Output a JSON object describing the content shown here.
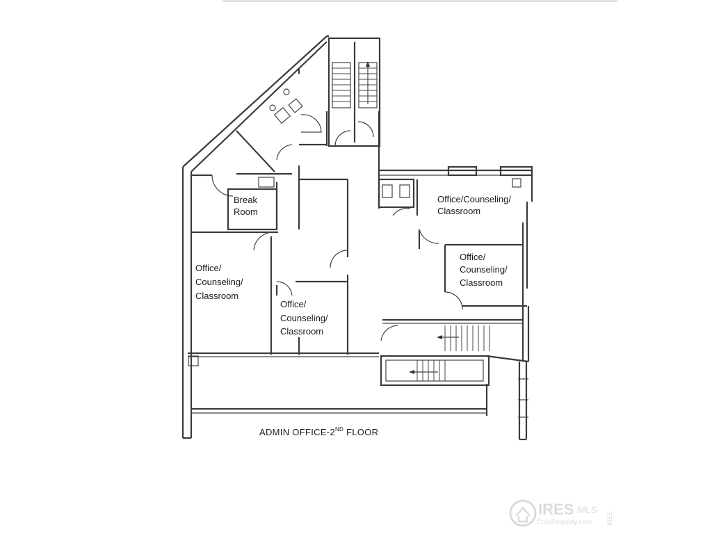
{
  "rooms": {
    "break_room": [
      "Break",
      "Room"
    ],
    "office_top_right": [
      "Office/Counseling/",
      "Classroom"
    ],
    "office_mid_right": [
      "Office/",
      "Counseling/",
      "Classroom"
    ],
    "office_left": [
      "Office/",
      "Counseling/",
      "Classroom"
    ],
    "office_center": [
      "Office/",
      "Counseling/",
      "Classroom"
    ]
  },
  "caption": {
    "main": "ADMIN OFFICE-2",
    "superscript": "ND",
    "tail": " FLOOR"
  },
  "watermark": {
    "brand": "IRES",
    "mls": "MLS",
    "site": "ColoProperty.com",
    "side": "IRES"
  }
}
